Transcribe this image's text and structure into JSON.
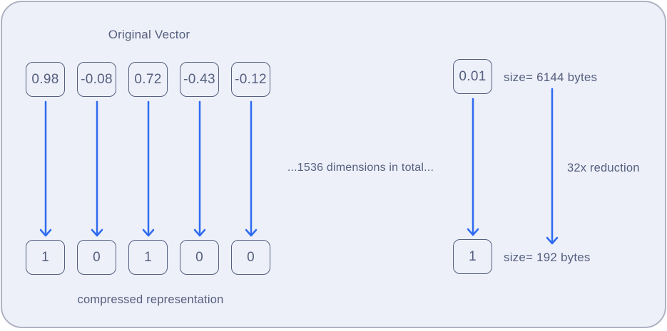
{
  "diagram": {
    "title": "Original Vector",
    "caption": "compressed representation",
    "middle_note": "...1536 dimensions in total...",
    "reduction_note": "32x reduction",
    "original_values": [
      "0.98",
      "-0.08",
      "0.72",
      "-0.43",
      "-0.12"
    ],
    "compressed_values": [
      "1",
      "0",
      "1",
      "0",
      "0"
    ],
    "example": {
      "original_value": "0.01",
      "original_size_label": "size= 6144 bytes",
      "compressed_value": "1",
      "compressed_size_label": "size= 192 bytes"
    },
    "colors": {
      "arrow_blue": "#2e6bf0",
      "box_border": "#555f7e",
      "text": "#555f7e",
      "card_background": "#edf0f9",
      "card_border": "#aeb3c2"
    }
  }
}
